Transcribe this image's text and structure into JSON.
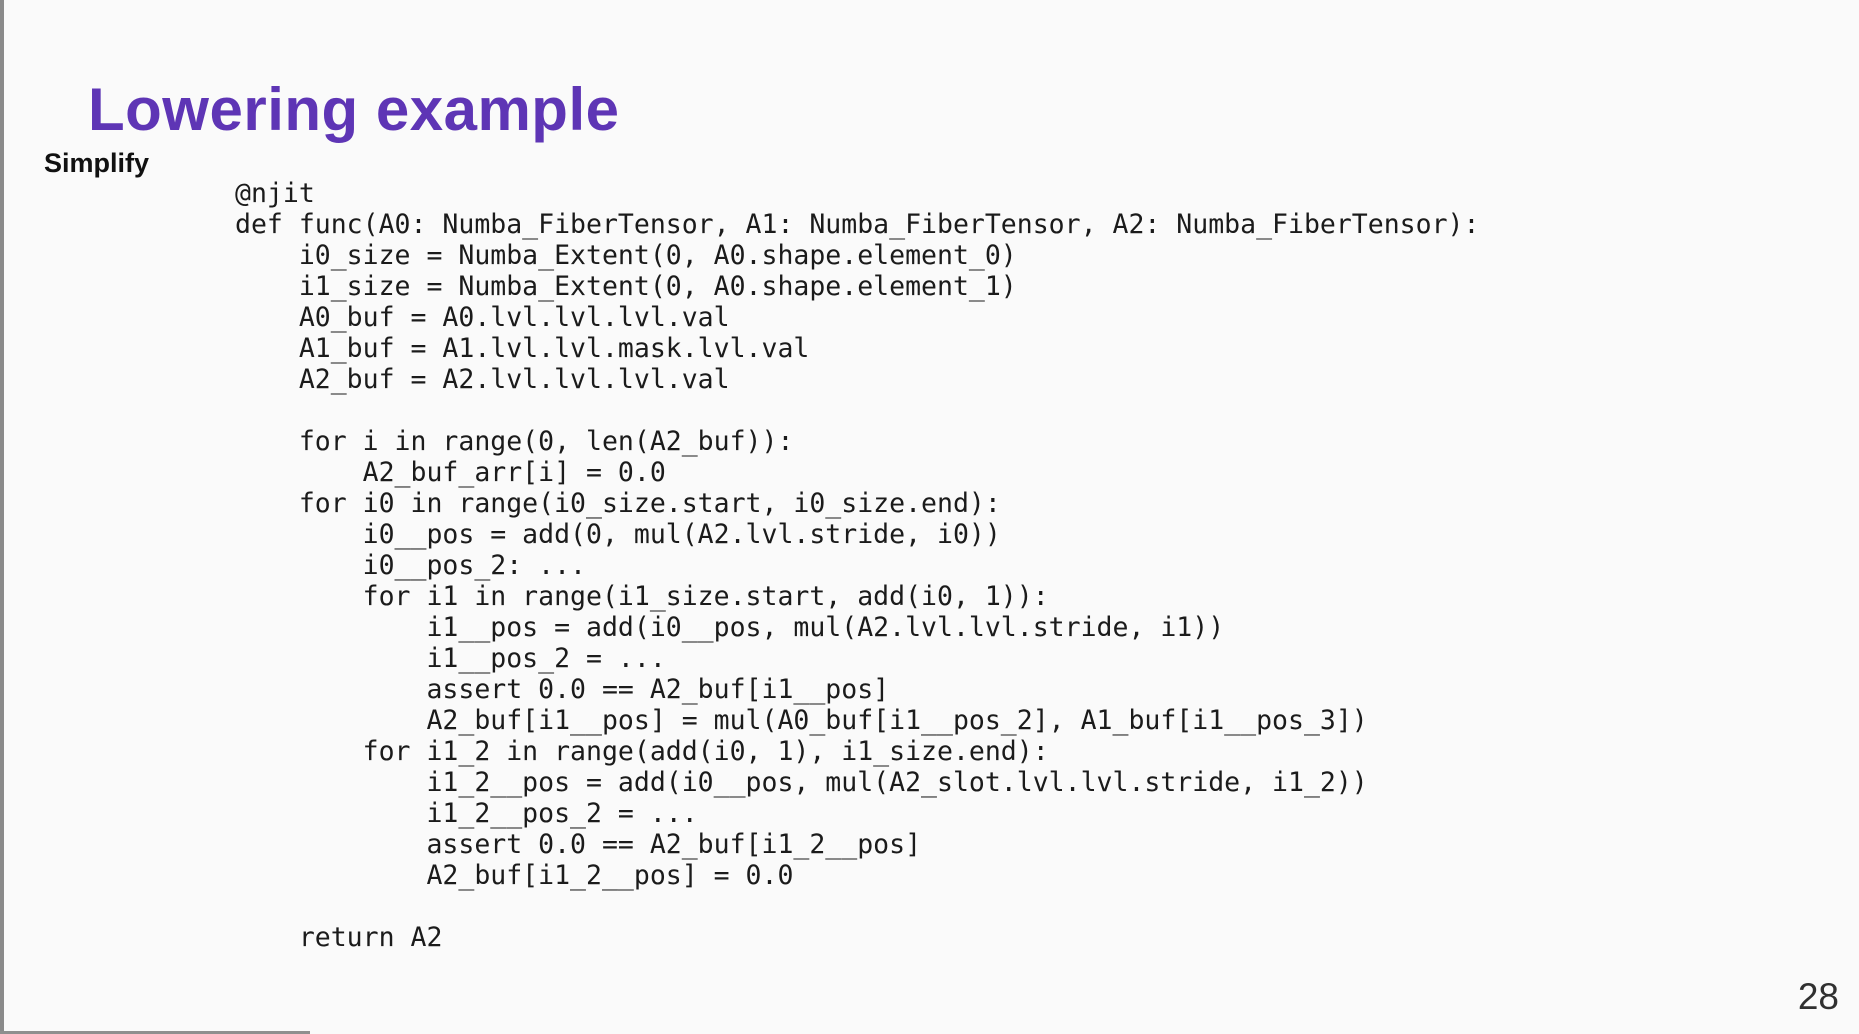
{
  "slide": {
    "title": "Lowering example",
    "section_label": "Simplify",
    "page_number": "28",
    "accent_color": "#5e35b5",
    "background_color": "#fafafa",
    "code_text_color": "#1b1b1b",
    "code": "@njit\ndef func(A0: Numba_FiberTensor, A1: Numba_FiberTensor, A2: Numba_FiberTensor):\n    i0_size = Numba_Extent(0, A0.shape.element_0)\n    i1_size = Numba_Extent(0, A0.shape.element_1)\n    A0_buf = A0.lvl.lvl.lvl.val\n    A1_buf = A1.lvl.lvl.mask.lvl.val\n    A2_buf = A2.lvl.lvl.lvl.val\n\n    for i in range(0, len(A2_buf)):\n        A2_buf_arr[i] = 0.0\n    for i0 in range(i0_size.start, i0_size.end):\n        i0__pos = add(0, mul(A2.lvl.stride, i0))\n        i0__pos_2: ...\n        for i1 in range(i1_size.start, add(i0, 1)):\n            i1__pos = add(i0__pos, mul(A2.lvl.lvl.stride, i1))\n            i1__pos_2 = ...\n            assert 0.0 == A2_buf[i1__pos]\n            A2_buf[i1__pos] = mul(A0_buf[i1__pos_2], A1_buf[i1__pos_3])\n        for i1_2 in range(add(i0, 1), i1_size.end):\n            i1_2__pos = add(i0__pos, mul(A2_slot.lvl.lvl.stride, i1_2))\n            i1_2__pos_2 = ...\n            assert 0.0 == A2_buf[i1_2__pos]\n            A2_buf[i1_2__pos] = 0.0\n\n    return A2"
  }
}
